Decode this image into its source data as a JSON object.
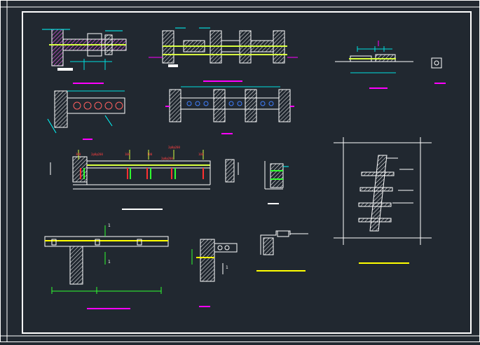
{
  "colors": {
    "background": "#212830",
    "frame": "#ffffff",
    "wall": "#ffffff",
    "dimension": "#00e0e0",
    "title_bar_magenta": "#ff00ff",
    "title_bar_yellow": "#ffff00",
    "rebar": "#d8ff40",
    "section_hatch": "#ff60ff",
    "leader": "#00ffff",
    "mark_red": "#ff3030",
    "mark_green": "#30ff30"
  },
  "section_marks": {
    "a1": "1",
    "a2": "1",
    "b1": "1"
  },
  "dim_labels": {
    "beam_1": "300",
    "beam_2": "2@8@200",
    "beam_3": "100",
    "beam_4": "100",
    "beam_5": "2@8@200",
    "beam_6": "2@8@200",
    "beam_7": "100"
  }
}
